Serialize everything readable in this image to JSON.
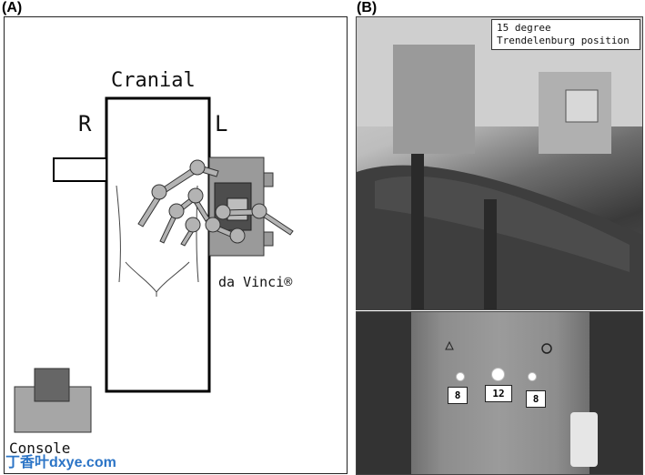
{
  "panel_a": {
    "letter": "(A)",
    "cranial_label": "Cranial",
    "right_label": "R",
    "left_label": "L",
    "robot_label": "da Vinci®",
    "console_label": "Console"
  },
  "panel_b": {
    "letter": "(B)",
    "position_note_line1": "15 degree",
    "position_note_line2": "Trendelenburg position",
    "port_labels": [
      "8",
      "12",
      "8"
    ]
  },
  "watermark": {
    "text": "丁香叶dxye.com"
  },
  "colors": {
    "console_fill": "#a6a6a6",
    "console_screen": "#666666",
    "robot_fill": "#9a9a9a",
    "robot_core": "#555555",
    "joint_fill": "#b3b3b3",
    "watermark_blue": "#1565c0"
  }
}
